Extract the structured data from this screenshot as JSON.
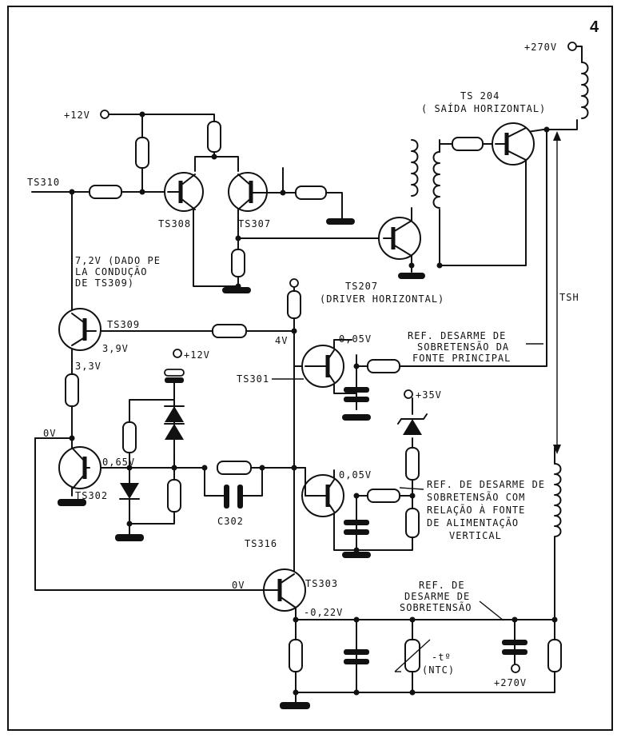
{
  "figure": {
    "number": "4",
    "components": {
      "ts310": "TS310",
      "ts308": "TS308",
      "ts307": "TS307",
      "ts204": "TS 204",
      "ts204_desc": "( SAÍDA HORIZONTAL)",
      "ts207": "TS207",
      "ts207_desc": "(DRIVER HORIZONTAL)",
      "ts309": "TS309",
      "ts301": "TS301",
      "ts302": "TS302",
      "ts316": "TS316",
      "ts303": "TS303",
      "c302": "C302",
      "tsh": "TSH",
      "ntc_1": "-tº",
      "ntc_2": "(NTC)"
    },
    "voltages": {
      "v270_top": "+270V",
      "v12_top": "+12V",
      "v12_mid": "+12V",
      "v35": "+35V",
      "v270_bottom": "+270V",
      "v72_line1": "7,2V (DADO PE",
      "v72_line2": "LA CONDUÇÃO",
      "v72_line3": "DE TS309)",
      "v39": "3,9V",
      "v33": "3,3V",
      "v4": "4V",
      "v005_a": "0,05V",
      "v005_b": "0,05V",
      "v0_a": "0V",
      "v065": "0,65V",
      "v0_b": "0V",
      "vneg022": "-0,22V"
    },
    "notes": {
      "main_1": "REF. DESARME DE",
      "main_2": "SOBRETENSÃO DA",
      "main_3": "FONTE PRINCIPAL",
      "vert_1": "REF. DE DESARME DE",
      "vert_2": "SOBRETENSÃO COM",
      "vert_3": "RELAÇÃO À FONTE",
      "vert_4": "DE ALIMENTAÇÃO",
      "vert_5": "VERTICAL",
      "over_1": "REF. DE",
      "over_2": "DESARME DE",
      "over_3": "SOBRETENSÃO"
    }
  }
}
